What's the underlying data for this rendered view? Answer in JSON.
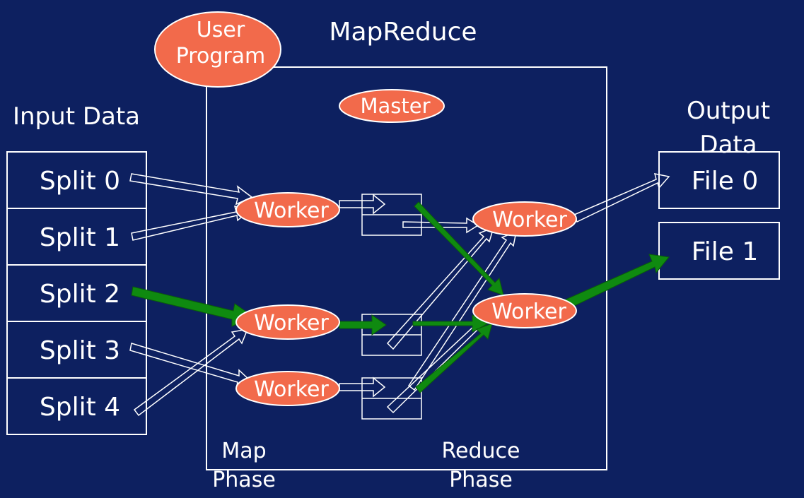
{
  "title": "MapReduce",
  "user_program": {
    "line1": "User",
    "line2": "Program"
  },
  "master": "Master",
  "input_heading": "Input Data",
  "output_heading": {
    "line1": "Output",
    "line2": "Data"
  },
  "splits": [
    "Split 0",
    "Split 1",
    "Split 2",
    "Split 3",
    "Split 4"
  ],
  "workers": [
    "Worker",
    "Worker",
    "Worker",
    "Worker",
    "Worker"
  ],
  "files": [
    "File 0",
    "File 1"
  ],
  "phases": {
    "map": {
      "line1": "Map",
      "line2": "Phase"
    },
    "reduce": {
      "line1": "Reduce",
      "line2": "Phase"
    }
  },
  "colors": {
    "background": "#0d2060",
    "node_fill": "#f26a4b",
    "highlight_arrow": "#0f8a10",
    "line": "#ffffff"
  }
}
